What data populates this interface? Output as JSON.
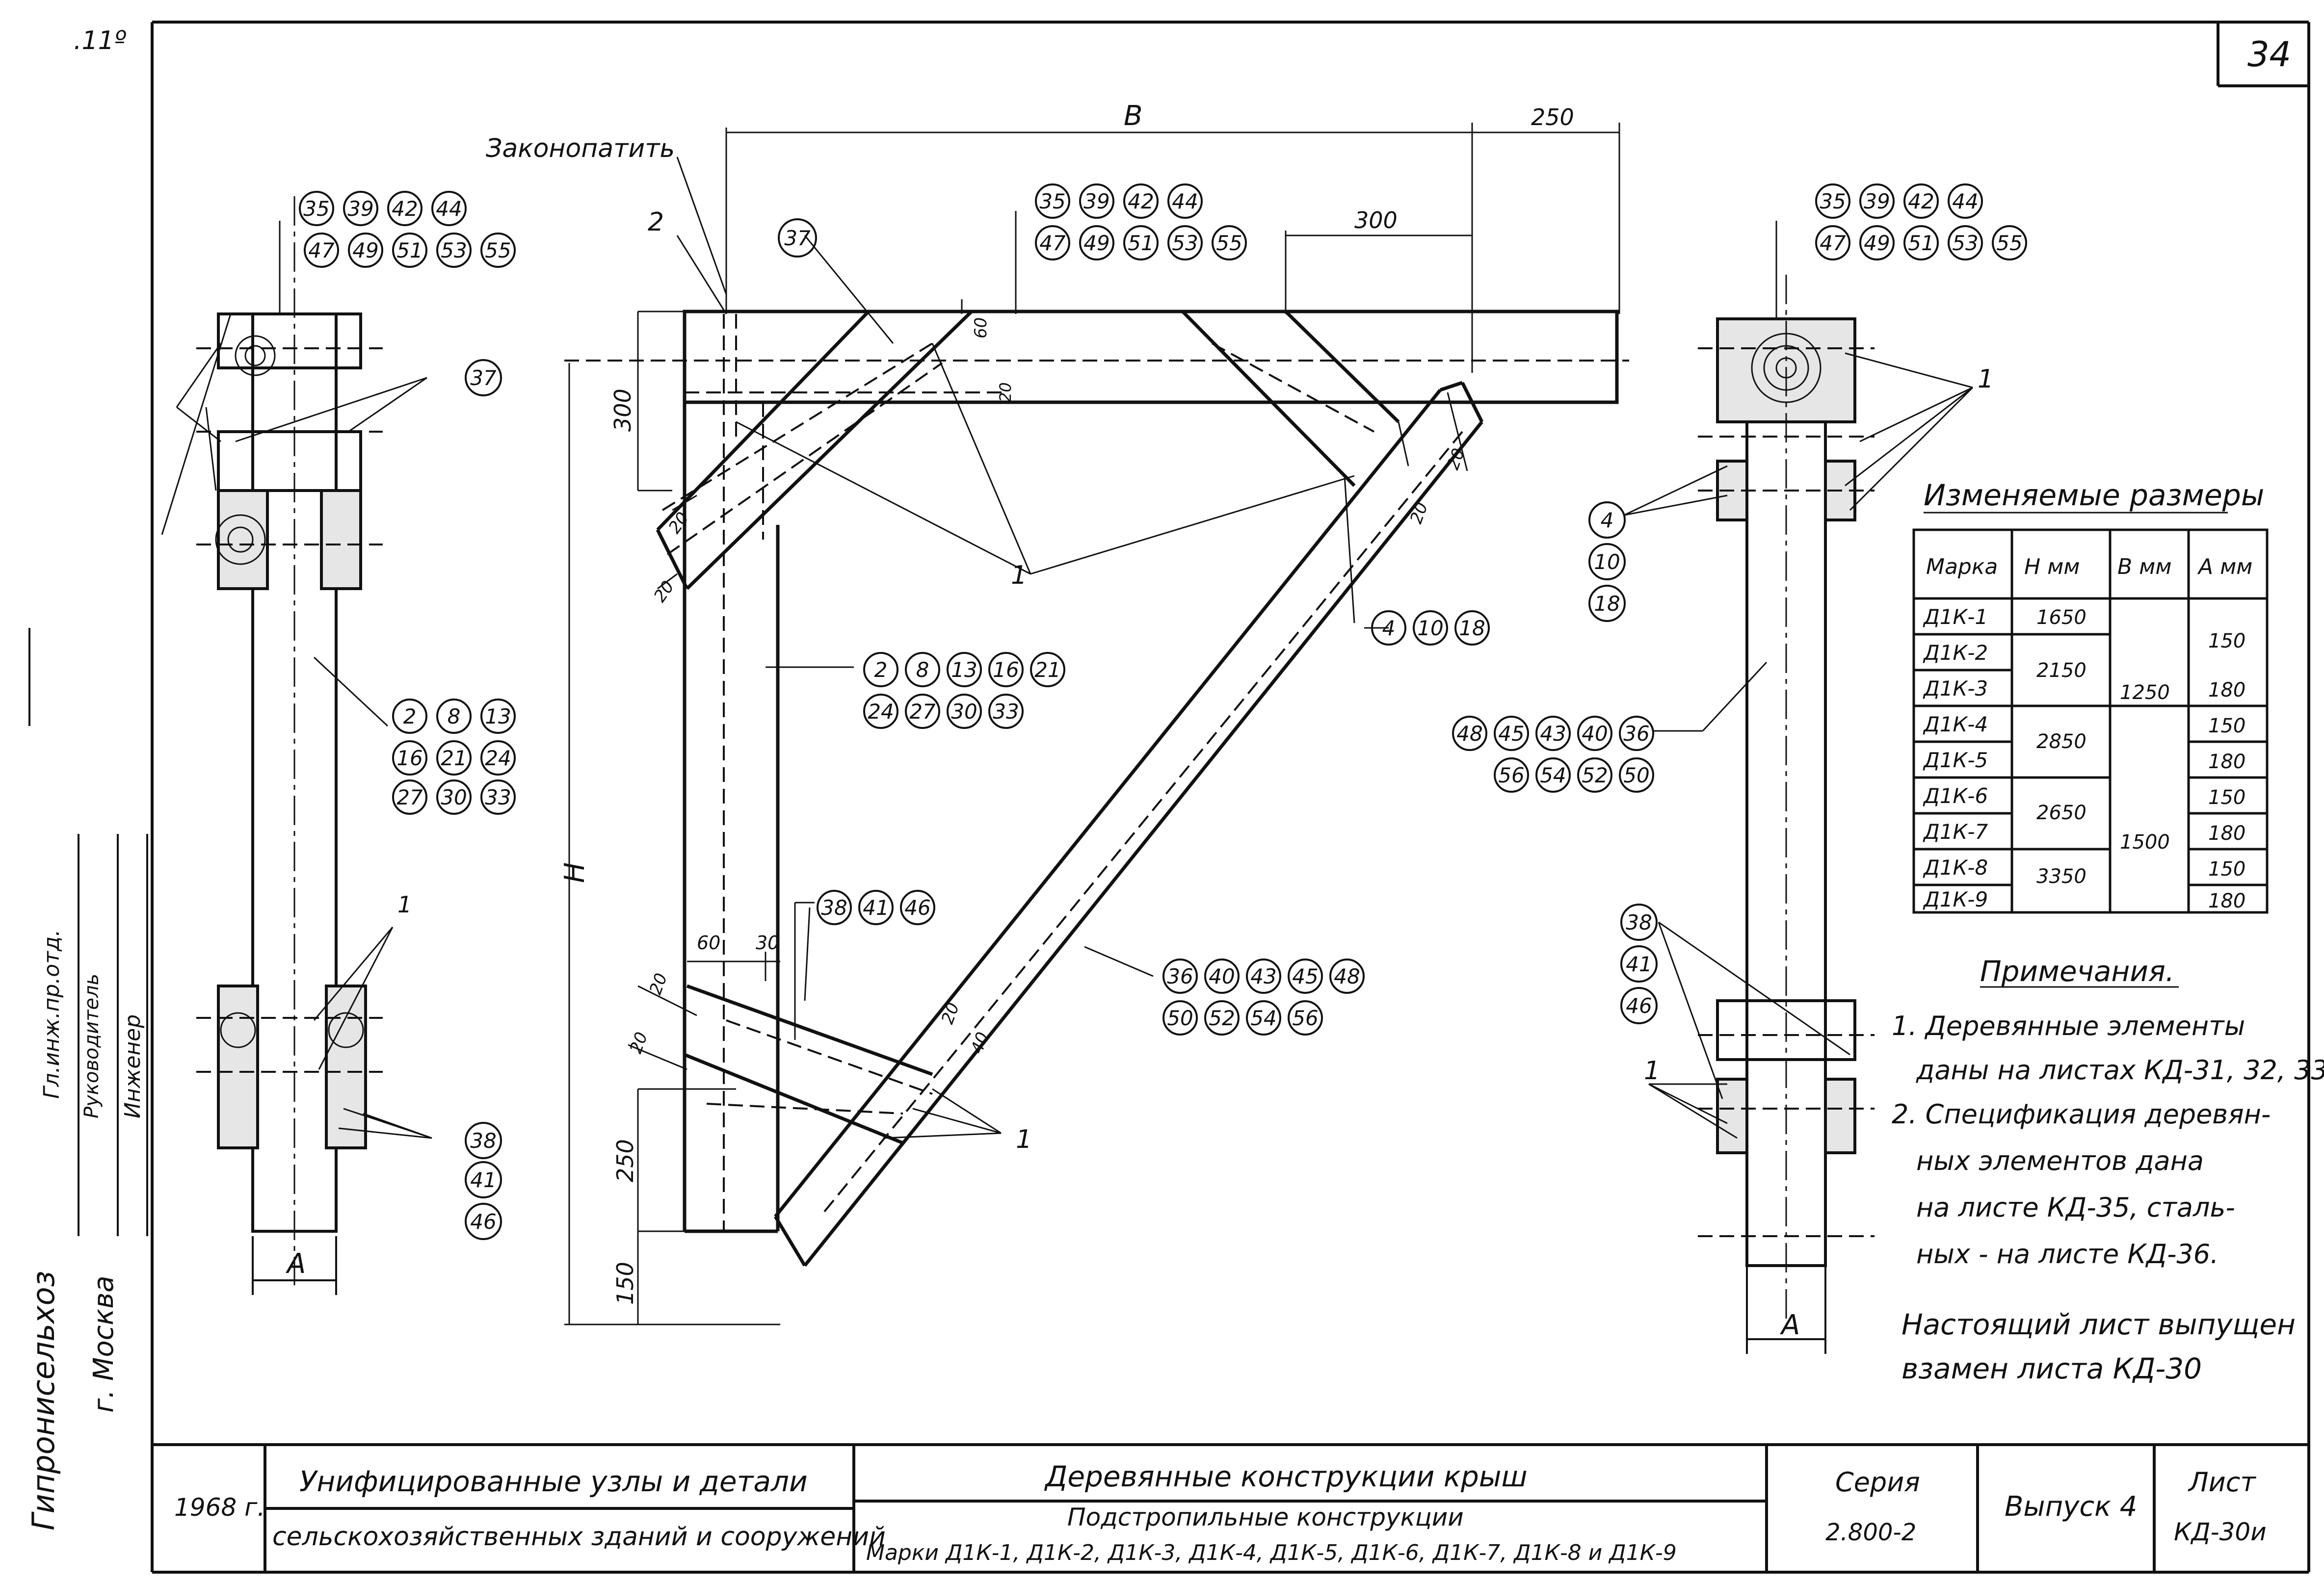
{
  "sheet": {
    "corner_mark": ".11º",
    "page_number": "34",
    "side_stamp": {
      "org": "Гипронисельхоз",
      "city": "г. Москва",
      "row1": "Гл.инж.пр.отд.",
      "row2": "Руководитель",
      "row3": "Инженер"
    }
  },
  "left_view": {
    "callout_top_row1": [
      "35",
      "39",
      "42",
      "44"
    ],
    "callout_top_row2": [
      "47",
      "49",
      "51",
      "53",
      "55"
    ],
    "callout_37": "37",
    "callout_mid": [
      "2",
      "8",
      "13",
      "16",
      "21",
      "24",
      "27",
      "30",
      "33"
    ],
    "callout_1": "1",
    "callout_bottom": [
      "38",
      "41",
      "46"
    ],
    "dim_A": "A"
  },
  "center_view": {
    "note_caulk": "Законопатить",
    "label_2": "2",
    "callout_37": "37",
    "callout_top_row1": [
      "35",
      "39",
      "42",
      "44"
    ],
    "callout_top_row2": [
      "47",
      "49",
      "51",
      "53",
      "55"
    ],
    "dim_B": "B",
    "dim_250_top": "250",
    "dim_300_top": "300",
    "dim_60_top": "60",
    "dim_20_a": "20",
    "dim_300_left": "300",
    "dim_20_b": "20",
    "dim_20_c": "20",
    "dim_20_d": "20",
    "dim_20_e": "20",
    "dim_H": "H",
    "label_1_top": "1",
    "callout_mid_row1": [
      "2",
      "8",
      "13",
      "16",
      "21"
    ],
    "callout_mid_row2": [
      "24",
      "27",
      "30",
      "33"
    ],
    "callout_right": [
      "4",
      "10",
      "18"
    ],
    "callout_38": [
      "38",
      "41",
      "46"
    ],
    "dim_60_low": "60",
    "dim_30_low": "30",
    "dim_20_f": "20",
    "dim_20_g": "20",
    "dim_20_h": "20",
    "dim_40": "40",
    "callout_brace_row1": [
      "36",
      "40",
      "43",
      "45",
      "48"
    ],
    "callout_brace_row2": [
      "50",
      "52",
      "54",
      "56"
    ],
    "label_1_bottom": "1",
    "dim_250_low": "250",
    "dim_150_low": "150"
  },
  "right_view": {
    "callout_top_row1": [
      "35",
      "39",
      "42",
      "44"
    ],
    "callout_top_row2": [
      "47",
      "49",
      "51",
      "53",
      "55"
    ],
    "label_1_top": "1",
    "callout_left": [
      "4",
      "10",
      "18"
    ],
    "callout_mid_row1": [
      "48",
      "45",
      "43",
      "40",
      "36"
    ],
    "callout_mid_row2": [
      "56",
      "54",
      "52",
      "50"
    ],
    "callout_bottom": [
      "38",
      "41",
      "46"
    ],
    "label_1_bottom": "1",
    "dim_A": "A"
  },
  "table": {
    "title": "Изменяемые размеры",
    "headers": [
      "Марка",
      "H мм",
      "B мм",
      "A мм"
    ],
    "marks": [
      "Д1К-1",
      "Д1К-2",
      "Д1К-3",
      "Д1К-4",
      "Д1К-5",
      "Д1К-6",
      "Д1К-7",
      "Д1К-8",
      "Д1К-9"
    ],
    "h_values": [
      "1650",
      "2150",
      "2850",
      "2650",
      "3350"
    ],
    "b_values": [
      "1250",
      "1500"
    ],
    "a_values": [
      "150",
      "180",
      "150",
      "180",
      "150",
      "180",
      "150",
      "180"
    ]
  },
  "notes": {
    "title": "Примечания.",
    "lines": [
      "1. Деревянные элементы",
      "даны на листах КД-31, 32, 33.",
      "2. Спецификация деревян-",
      "ных элементов дана",
      "на листе КД-35, сталь-",
      "ных - на листе КД-36."
    ],
    "handwritten": [
      "Настоящий лист выпущен",
      "взамен листа КД-30"
    ]
  },
  "title_block": {
    "year": "1968 г.",
    "project_line1": "Унифицированные узлы и детали",
    "project_line2": "сельскохозяйственных зданий и сооружений",
    "title_line1": "Деревянные конструкции крыш",
    "title_line2": "Подстропильные конструкции",
    "title_line3": "Марки Д1К-1, Д1К-2, Д1К-3, Д1К-4, Д1К-5, Д1К-6, Д1К-7, Д1К-8 и Д1К-9",
    "series_label": "Серия",
    "series_value": "2.800-2",
    "issue": "Выпуск 4",
    "sheet_label": "Лист",
    "sheet_value": "КД-30и"
  }
}
